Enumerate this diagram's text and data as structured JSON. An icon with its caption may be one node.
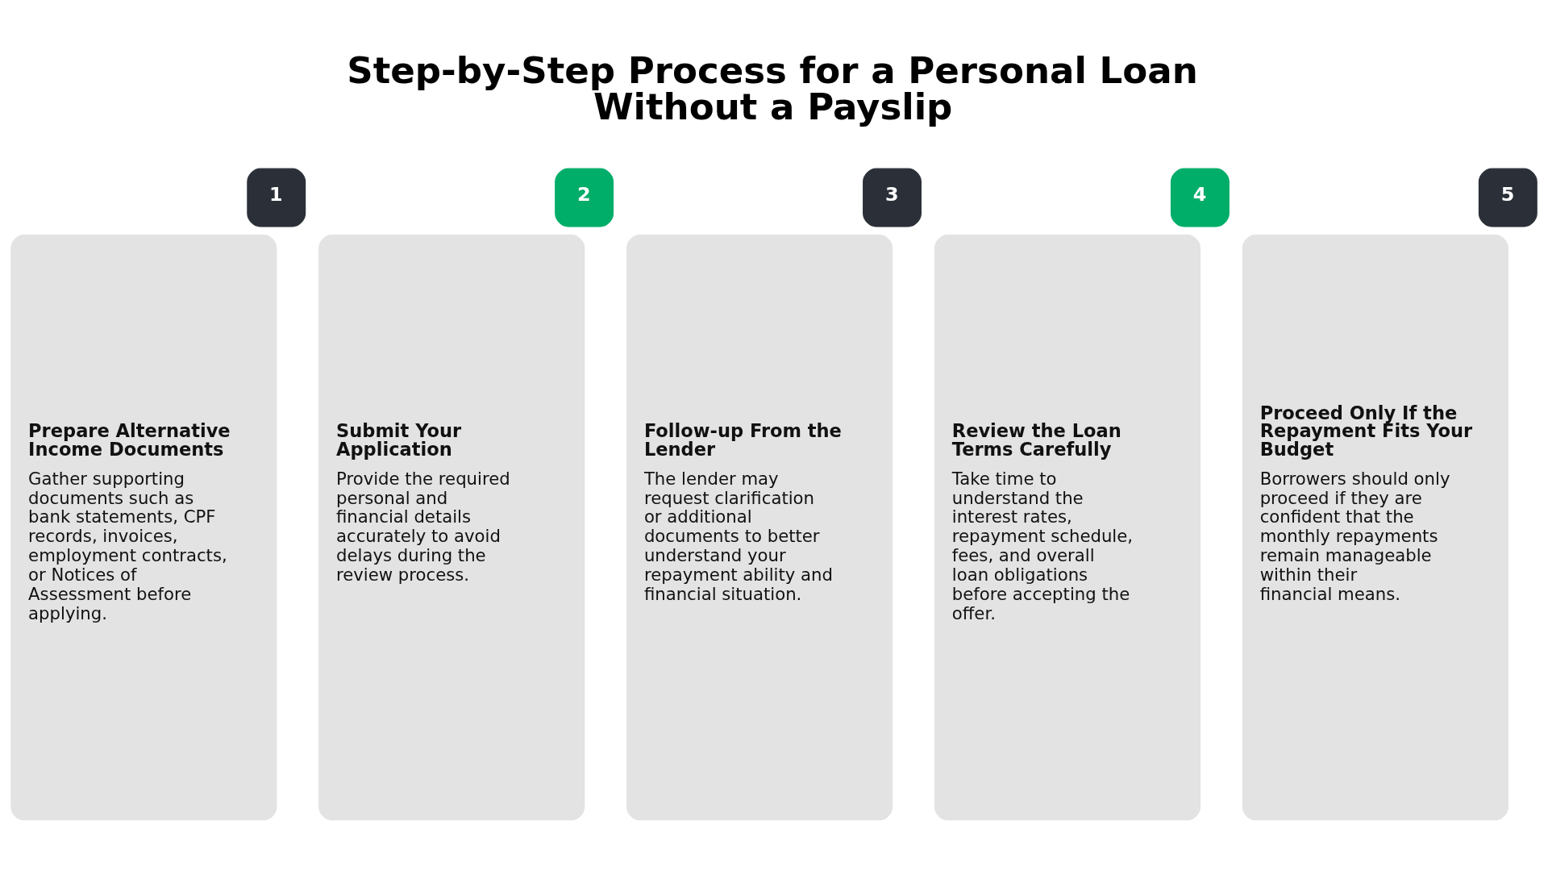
{
  "diagram": {
    "title": "Step-by-Step Process for a Personal Loan Without a Payslip",
    "nodes": [
      {
        "text": [
          "1"
        ]
      },
      {
        "text": [
          "Prepare Alternative Income Documents",
          "Gather supporting documents such as bank statements, CPF records, invoices, employment contracts, or Notices of Assessment before applying."
        ]
      },
      {
        "text": [
          "2"
        ]
      },
      {
        "text": [
          "Submit Your Application",
          "Provide the required personal and financial details accurately to avoid delays during the review process."
        ]
      },
      {
        "text": [
          "3"
        ]
      },
      {
        "text": [
          "Follow-up From the Lender",
          "The lender may request clarification or additional documents to better understand your repayment ability and financial situation."
        ]
      },
      {
        "text": [
          "4"
        ]
      },
      {
        "text": [
          "Review the Loan Terms Carefully",
          "Take time to understand the interest rates, repayment schedule, fees, and overall loan obligations before accepting the offer."
        ]
      },
      {
        "text": [
          "5"
        ]
      },
      {
        "text": [
          "Proceed Only If the Repayment Fits Your Budget",
          "Borrowers should only proceed if they are confident that the monthly repayments remain manageable within their financial means."
        ]
      }
    ]
  }
}
